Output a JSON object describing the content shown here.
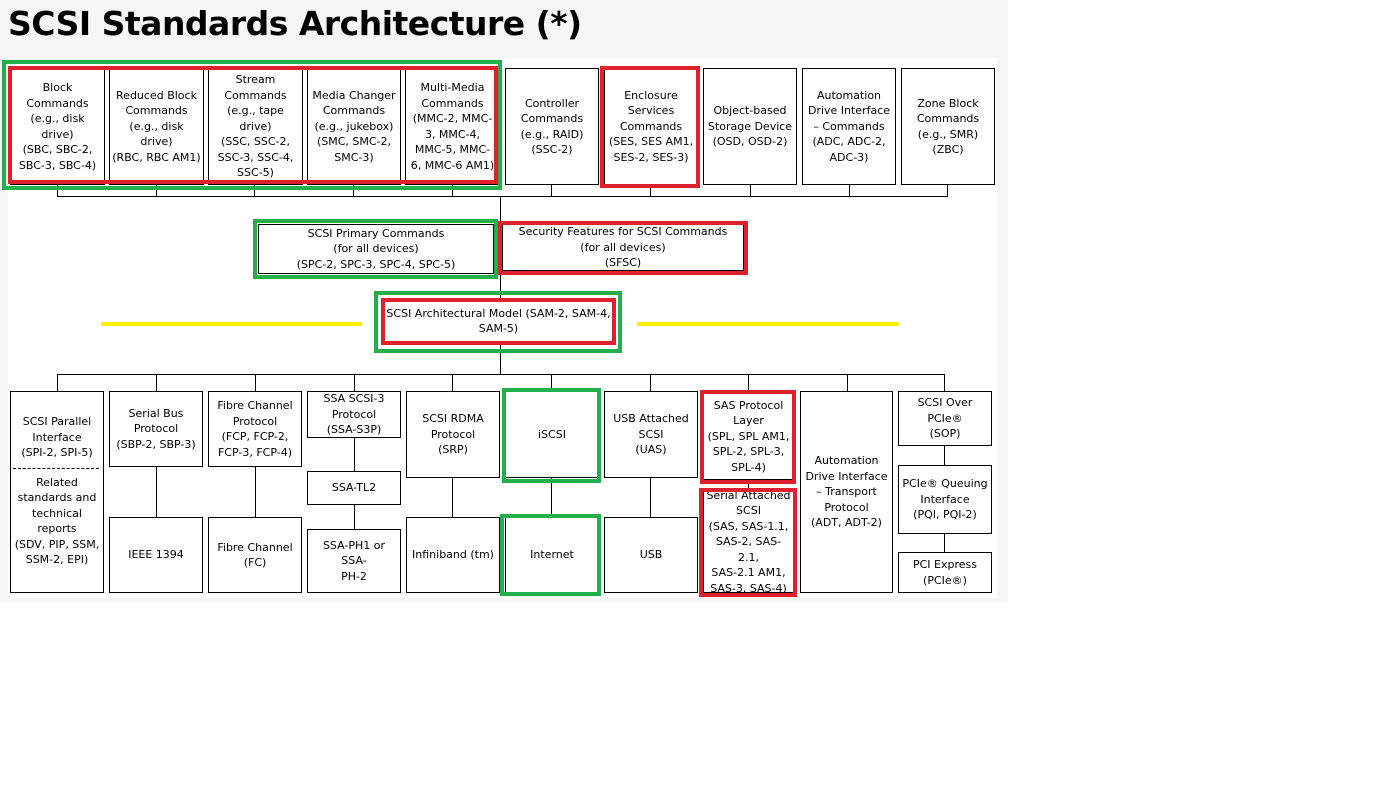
{
  "title": "SCSI Standards Architecture (*)",
  "colors": {
    "red_highlight": "#e0202a",
    "green_highlight": "#22b04a",
    "yellow_line": "#ffee00"
  },
  "command_sets": [
    "Block\nCommands\n(e.g., disk drive)\n(SBC, SBC-2,\nSBC-3, SBC-4)",
    "Reduced Block\nCommands\n(e.g., disk drive)\n(RBC, RBC AM1)",
    "Stream\nCommands\n(e.g., tape\ndrive)\n(SSC,  SSC-2,\nSSC-3, SSC-4,\nSSC-5)",
    "Media Changer\nCommands\n(e.g., jukebox)\n(SMC, SMC-2,\nSMC-3)",
    "Multi-Media\nCommands\n(MMC-2, MMC-\n3, MMC-4,\nMMC-5, MMC-\n6, MMC-6 AM1)",
    "Controller\nCommands\n(e.g., RAID)\n(SSC-2)",
    "Enclosure\nServices\nCommands\n(SES, SES AM1,\nSES-2, SES-3)",
    "Object-based\nStorage Device\n(OSD, OSD-2)",
    "Automation\nDrive Interface\n– Commands\n(ADC, ADC-2,\nADC-3)",
    "Zone Block\nCommands\n(e.g., SMR)\n(ZBC)"
  ],
  "primary": "SCSI Primary Commands\n(for all devices)\n(SPC-2, SPC-3, SPC-4, SPC-5)",
  "security": "Security Features for SCSI Commands\n(for all devices)\n(SFSC)",
  "sam": "SCSI Architectural Model (SAM-2, SAM-4,\nSAM-5)",
  "protocols": {
    "spi": "SCSI Parallel\nInterface\n(SPI-2, SPI-5)",
    "spi_related": "Related\nstandards and\ntechnical\nreports\n(SDV, PIP, SSM,\nSSM-2, EPI)",
    "sbp": "Serial Bus\nProtocol\n(SBP-2, SBP-3)",
    "ieee1394": "IEEE 1394",
    "fcp": "Fibre Channel\nProtocol\n(FCP, FCP-2,\nFCP-3, FCP-4)",
    "fc": "Fibre Channel\n(FC)",
    "ssa_s3p": "SSA SCSI-3\nProtocol\n(SSA-S3P)",
    "ssa_tl2": "SSA-TL2",
    "ssa_ph": "SSA-PH1 or SSA-\nPH-2",
    "srp": "SCSI RDMA\nProtocol\n(SRP)",
    "infiniband": "Infiniband (tm)",
    "iscsi": "iSCSI",
    "internet": "Internet",
    "uas": "USB Attached\nSCSI\n(UAS)",
    "usb": "USB",
    "spl": "SAS Protocol\nLayer\n(SPL, SPL AM1,\nSPL-2, SPL-3,\nSPL-4)",
    "sas": "Serial Attached\nSCSI\n(SAS, SAS-1.1,\nSAS-2, SAS-2.1,\nSAS-2.1 AM1,\nSAS-3, SAS-4)",
    "adt": "Automation\nDrive Interface\n– Transport\nProtocol\n(ADT, ADT-2)",
    "sop": "SCSI Over PCIe®\n(SOP)",
    "pqi": "PCIe® Queuing\nInterface\n(PQI, PQI-2)",
    "pcie": "PCI Express\n(PCIe®)"
  }
}
